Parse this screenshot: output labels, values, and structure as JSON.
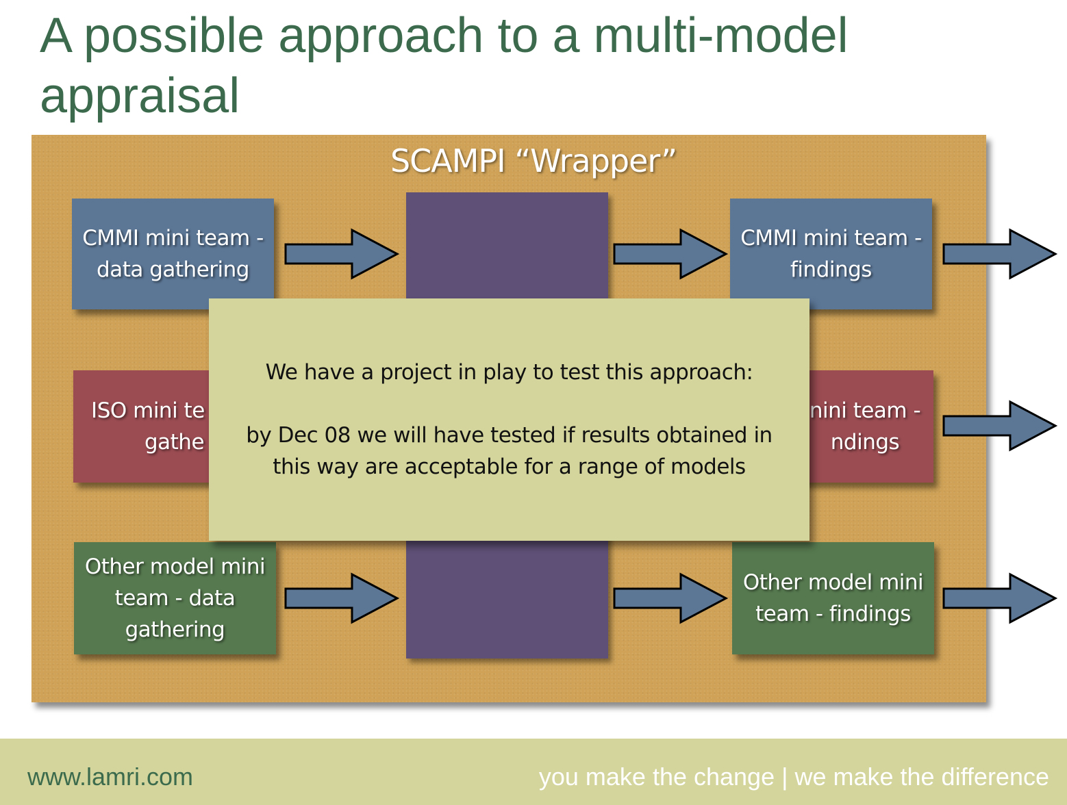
{
  "slide": {
    "title": "A possible approach to a multi-model appraisal"
  },
  "diagram": {
    "wrapper_label": "SCAMPI “Wrapper”",
    "boxes": {
      "cmmi_data": "CMMI mini team - data gathering",
      "iso_data": "ISO mini te data gathe",
      "other_data": "Other model mini team - data gathering",
      "cmmi_findings": "CMMI mini team - findings",
      "iso_findings": "nini team - ndings",
      "other_findings": "Other model mini team - findings"
    },
    "colors": {
      "wrapper": "#cfa257",
      "cmmi": "#5c7796",
      "iso": "#9a4c52",
      "other": "#56794f",
      "center": "#5f5077",
      "callout": "#d3d59c",
      "arrow": "#5c7796"
    }
  },
  "callout": {
    "line1": "We have a project in play to test this approach:",
    "line2": "by Dec 08 we will have tested if results obtained in",
    "line3": "this way are acceptable for a range of models"
  },
  "footer": {
    "website": "www.lamri.com",
    "tagline": "you make the change | we make the difference"
  }
}
